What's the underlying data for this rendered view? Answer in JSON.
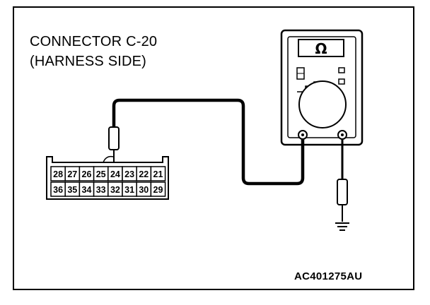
{
  "diagram": {
    "title_line_1": "CONNECTOR C-20",
    "title_line_2": "(HARNESS SIDE)",
    "figure_id": "AC401275AU",
    "meter": {
      "display_symbol": "Ω",
      "icon": "ohmmeter-icon"
    },
    "connector": {
      "top_row": [
        "28",
        "27",
        "26",
        "25",
        "24",
        "23",
        "22",
        "21"
      ],
      "bottom_row": [
        "36",
        "35",
        "34",
        "33",
        "32",
        "31",
        "30",
        "29"
      ],
      "probed_pin": "24"
    },
    "ground_icon": "ground-icon"
  }
}
